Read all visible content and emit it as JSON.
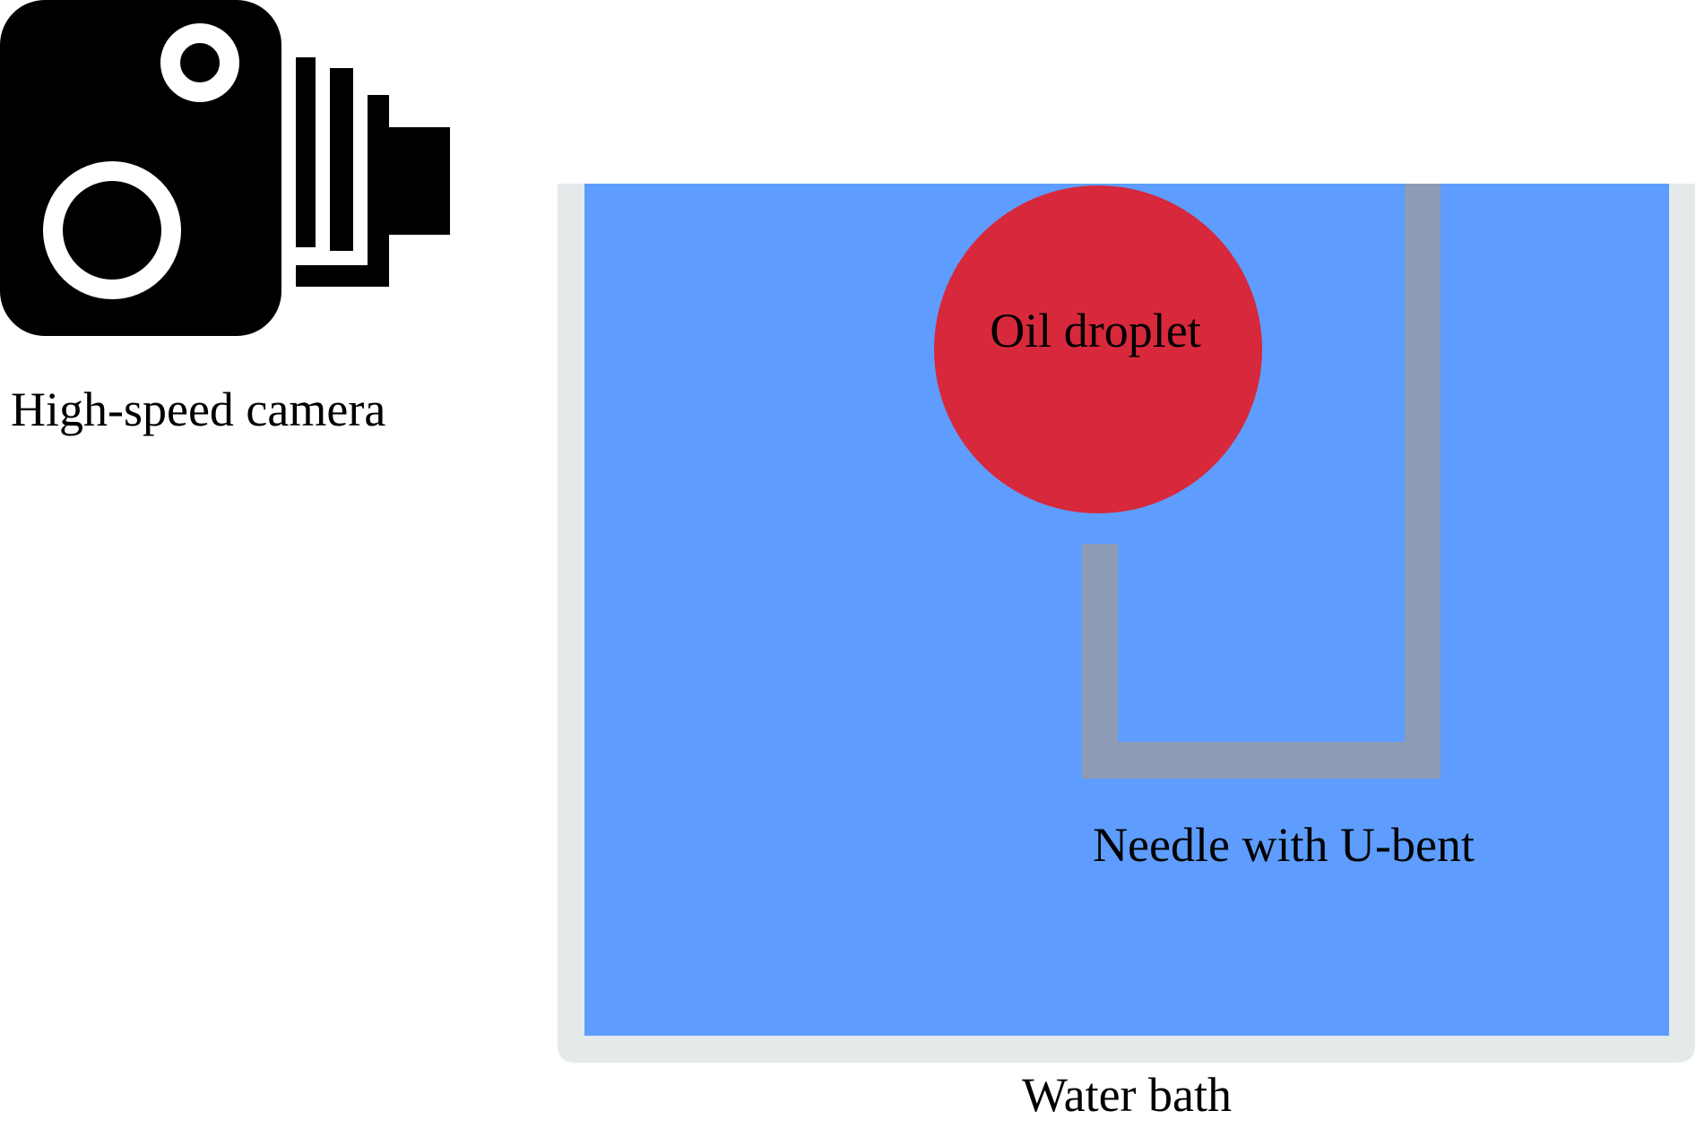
{
  "labels": {
    "camera": "High-speed camera",
    "droplet": "Oil droplet",
    "needle": "Needle with U-bent",
    "bath": "Water bath"
  },
  "icons": {
    "camera": "camera-icon"
  },
  "colors": {
    "camera_body": "#000000",
    "water": "#5e9dfe",
    "bath_wall": "#e4e9ea",
    "droplet": "#d7283c",
    "needle": "#8e9bb4"
  }
}
